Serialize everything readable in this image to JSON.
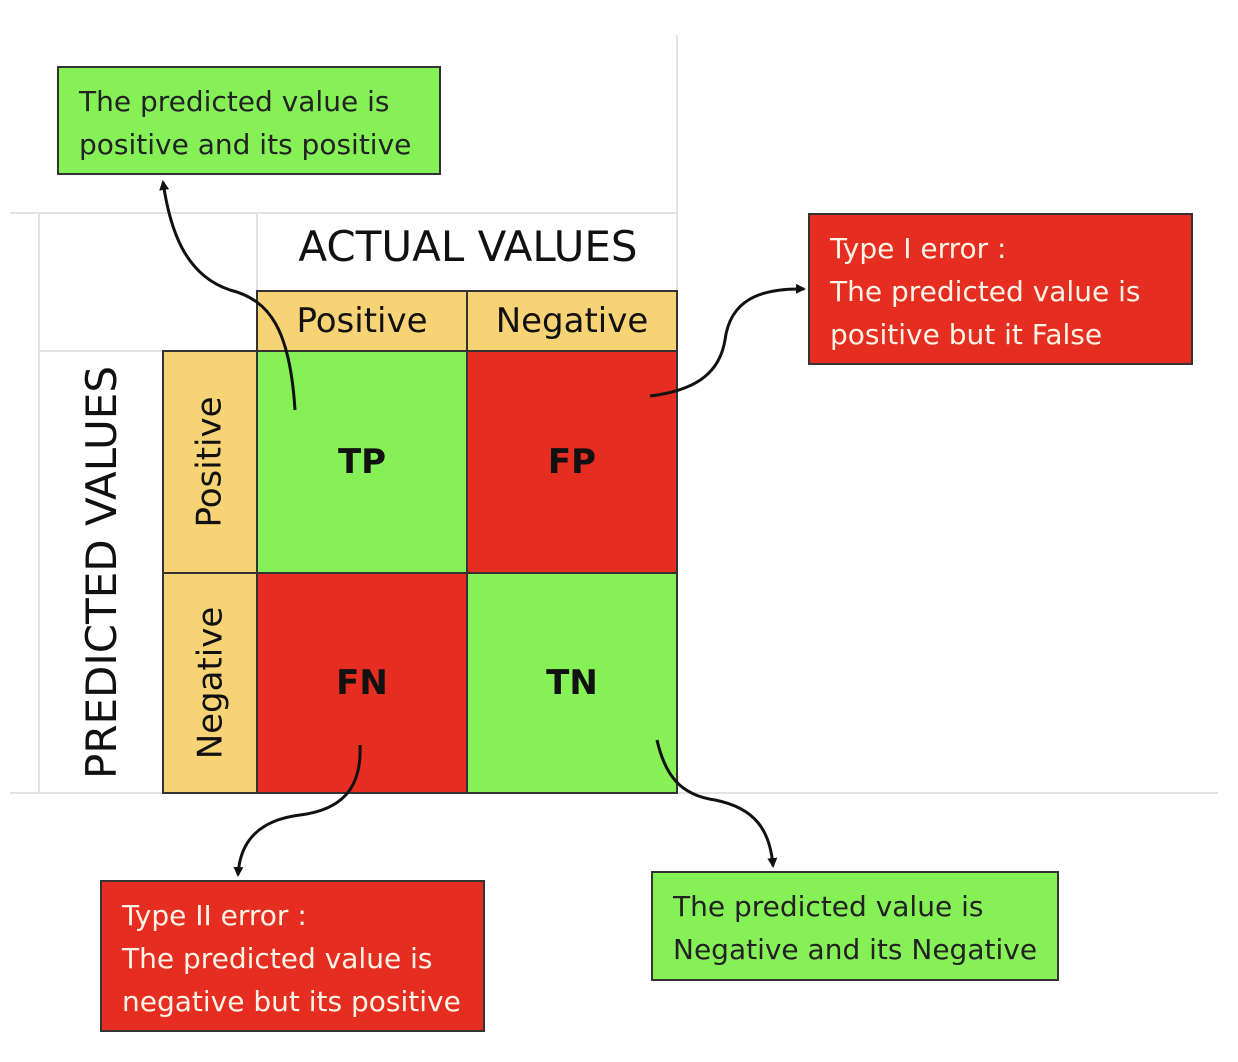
{
  "colors": {
    "correct": "#86f157",
    "error": "#e52e21",
    "header": "#f8d376"
  },
  "axes": {
    "actual_title": "ACTUAL VALUES",
    "predicted_title": "PREDICTED VALUES",
    "actual_labels": [
      "Positive",
      "Negative"
    ],
    "predicted_labels": [
      "Positive",
      "Negative"
    ]
  },
  "cells": {
    "tp": "TP",
    "fp": "FP",
    "fn": "FN",
    "tn": "TN"
  },
  "notes": {
    "tp": [
      "The predicted value is",
      "positive and its positive"
    ],
    "fp": [
      "Type I error :",
      "The predicted value is",
      "positive but it False"
    ],
    "fn": [
      "Type II error :",
      "The predicted value is",
      "negative but its positive"
    ],
    "tn": [
      "The predicted value is",
      "Negative and its Negative"
    ]
  }
}
